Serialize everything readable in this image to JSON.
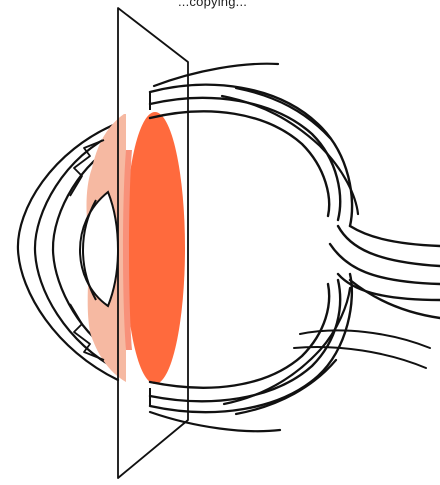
{
  "caption": {
    "text": "...copying..."
  },
  "colors": {
    "line": "#111111",
    "section_fill": "#ff6a3d",
    "lens_tint": "#f6b9a2",
    "background": "#ffffff"
  },
  "diagram": {
    "subject": "eye-cross-section",
    "parts": [
      "sclera",
      "cornea",
      "lens",
      "cutting-plane",
      "optic-nerve",
      "highlighted-section"
    ]
  }
}
